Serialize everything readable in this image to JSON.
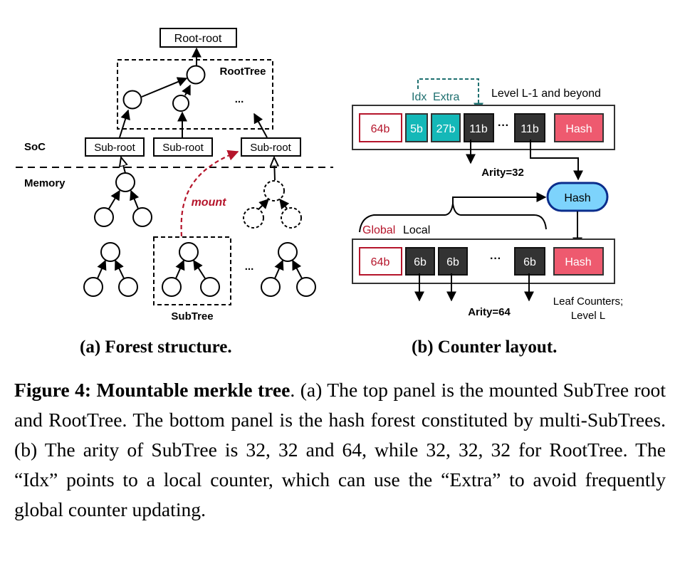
{
  "panel_a": {
    "root_root": "Root-root",
    "root_tree_label": "RootTree",
    "ellipsis": "...",
    "soc_label": "SoC",
    "memory_label": "Memory",
    "sub_roots": [
      "Sub-root",
      "Sub-root",
      "Sub-root"
    ],
    "mount_label": "mount",
    "subtree_label": "SubTree"
  },
  "panel_b": {
    "idx_label": "Idx",
    "extra_label": "Extra",
    "level_upper_label": "Level L-1 and beyond",
    "upper_row": {
      "cells": [
        "64b",
        "5b",
        "27b",
        "11b",
        "11b"
      ],
      "ellipsis": "···",
      "hash": "Hash"
    },
    "arity_upper": "Arity=32",
    "hash_node": "Hash",
    "global_label": "Global",
    "local_label": "Local",
    "lower_row": {
      "cells": [
        "64b",
        "6b",
        "6b",
        "6b"
      ],
      "ellipsis": "···",
      "hash": "Hash"
    },
    "arity_lower": "Arity=64",
    "leaf_label_line1": "Leaf Counters;",
    "leaf_label_line2": "Level L"
  },
  "colors": {
    "global_red": "#b5152b",
    "teal": "#14b8b8",
    "teal_dashed": "#1f7070",
    "dark_cell": "#333333",
    "hash_pink": "#ee5a6f",
    "hash_node_fill": "#7dd3fc",
    "hash_node_stroke": "#0b2d8c",
    "mount_red": "#b5152b"
  },
  "subcaptions": {
    "a": "(a) Forest structure.",
    "b": "(b) Counter layout."
  },
  "caption": {
    "title": "Figure 4: Mountable merkle tree",
    "body": ". (a) The top panel is the mounted SubTree root and RootTree. The bottom panel is the hash forest constituted by multi-SubTrees. (b) The arity of SubTree is 32, 32 and 64, while 32, 32, 32 for RootTree. The “Idx” points to a local counter, which can use the “Extra” to avoid frequently global counter updating."
  }
}
